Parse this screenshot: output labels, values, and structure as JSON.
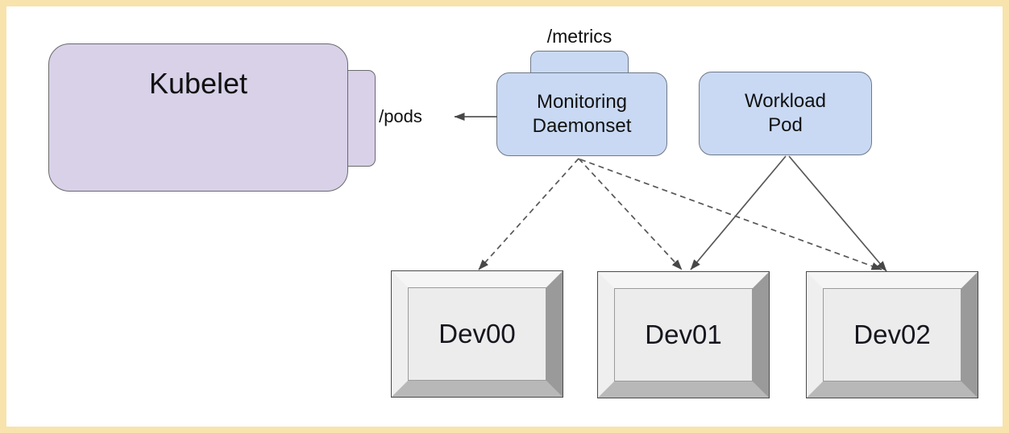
{
  "diagram": {
    "description": "Kubernetes device monitoring diagram",
    "colors": {
      "frame_border": "#f8e3ad",
      "background": "#ffffff",
      "kubelet_fill": "#d8d1e8",
      "pod_fill": "#c9d9f3",
      "device_face": "#ececec",
      "edge_stroke": "#575757"
    },
    "nodes": {
      "kubelet": {
        "label": "Kubelet"
      },
      "monitoring": {
        "label": "Monitoring\nDaemonset"
      },
      "workload": {
        "label": "Workload\nPod"
      },
      "dev00": {
        "label": "Dev00"
      },
      "dev01": {
        "label": "Dev01"
      },
      "dev02": {
        "label": "Dev02"
      }
    },
    "endpoint_labels": {
      "pods": "/pods",
      "metrics": "/metrics"
    },
    "edges": [
      {
        "from": "monitoring",
        "to": "kubelet",
        "style": "solid",
        "via": "/pods"
      },
      {
        "from": "monitoring",
        "to": "dev00",
        "style": "dashed"
      },
      {
        "from": "monitoring",
        "to": "dev01",
        "style": "dashed"
      },
      {
        "from": "monitoring",
        "to": "dev02",
        "style": "dashed"
      },
      {
        "from": "workload",
        "to": "dev01",
        "style": "solid"
      },
      {
        "from": "workload",
        "to": "dev02",
        "style": "solid"
      }
    ]
  }
}
